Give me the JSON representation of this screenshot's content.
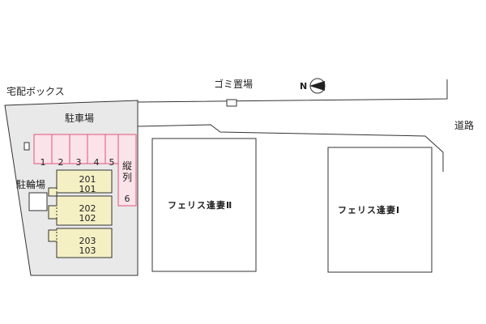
{
  "labels": {
    "delivery_box": "宅配ボックス",
    "garbage": "ゴミ置場",
    "road": "道路",
    "parking": "駐車場",
    "bicycle_parking": "駐輪場",
    "tandem": "縦列",
    "compass_n": "N"
  },
  "parking_stalls": [
    "1",
    "2",
    "3",
    "4",
    "5"
  ],
  "tandem_stall": "6",
  "units": [
    {
      "upper": "201",
      "lower": "101"
    },
    {
      "upper": "202",
      "lower": "102"
    },
    {
      "upper": "203",
      "lower": "103"
    }
  ],
  "buildings": [
    {
      "name": "フェリス逢妻Ⅱ"
    },
    {
      "name": "フェリス逢妻Ⅰ"
    }
  ],
  "colors": {
    "parking_fill": "#fbe3ea",
    "parking_stroke": "#e0557a",
    "site_fill": "#e9e9e9",
    "unit_fill": "#f5f0c4",
    "line": "#333333"
  }
}
